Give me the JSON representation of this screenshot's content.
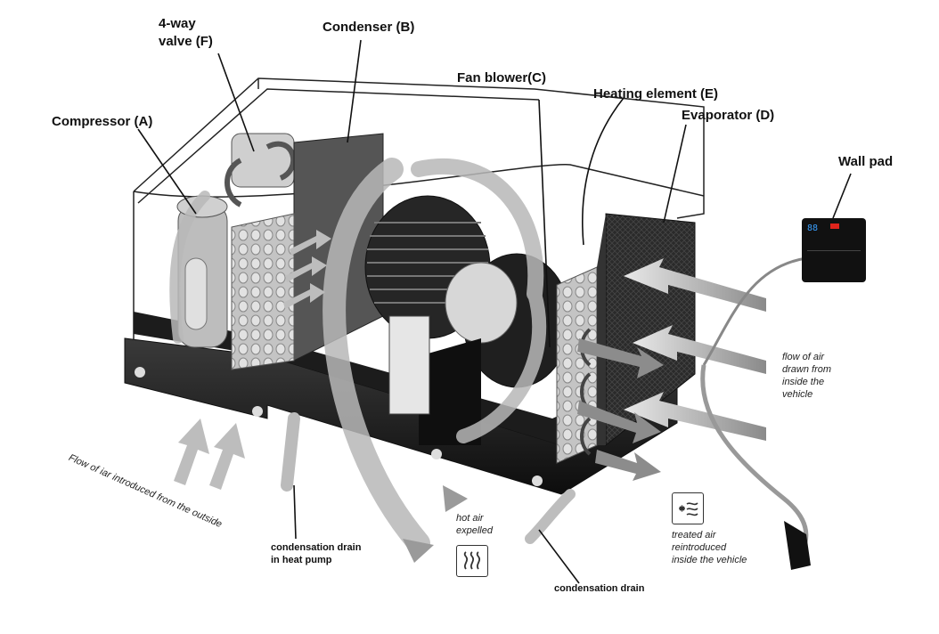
{
  "labels": {
    "compressor": "Compressor (A)",
    "valve_line1": "4-way",
    "valve_line2": "valve (F)",
    "condenser": "Condenser (B)",
    "fan_blower": "Fan blower(C)",
    "heating_element": "Heating element (E)",
    "evaporator": "Evaporator (D)",
    "wall_pad": "Wall pad"
  },
  "notes": {
    "outside_air": "Flow of iar introduced from the outside",
    "hot_air_line1": "hot air",
    "hot_air_line2": "expelled",
    "treated_line1": "treated air",
    "treated_line2": "reintroduced",
    "treated_line3": "inside the vehicle",
    "inside_line1": "flow of air",
    "inside_line2": "drawn from",
    "inside_line3": "inside the",
    "inside_line4": "vehicle",
    "drain_hp_line1": "condensation drain",
    "drain_hp_line2": "in heat pump",
    "drain": "condensation drain"
  },
  "wall_pad_display": "88",
  "colors": {
    "outline": "#222222",
    "unit_base": "#1a1a1a",
    "flow_arrow": "#9a9a9a",
    "wall_pad_body": "#111111",
    "wall_pad_digits": "#3aa0ff",
    "wall_pad_button": "#e0241c"
  },
  "icons": {
    "hot_air": "heat-waves-icon",
    "treated_air": "snowflake-wave-icon",
    "plug": "power-plug-icon"
  }
}
